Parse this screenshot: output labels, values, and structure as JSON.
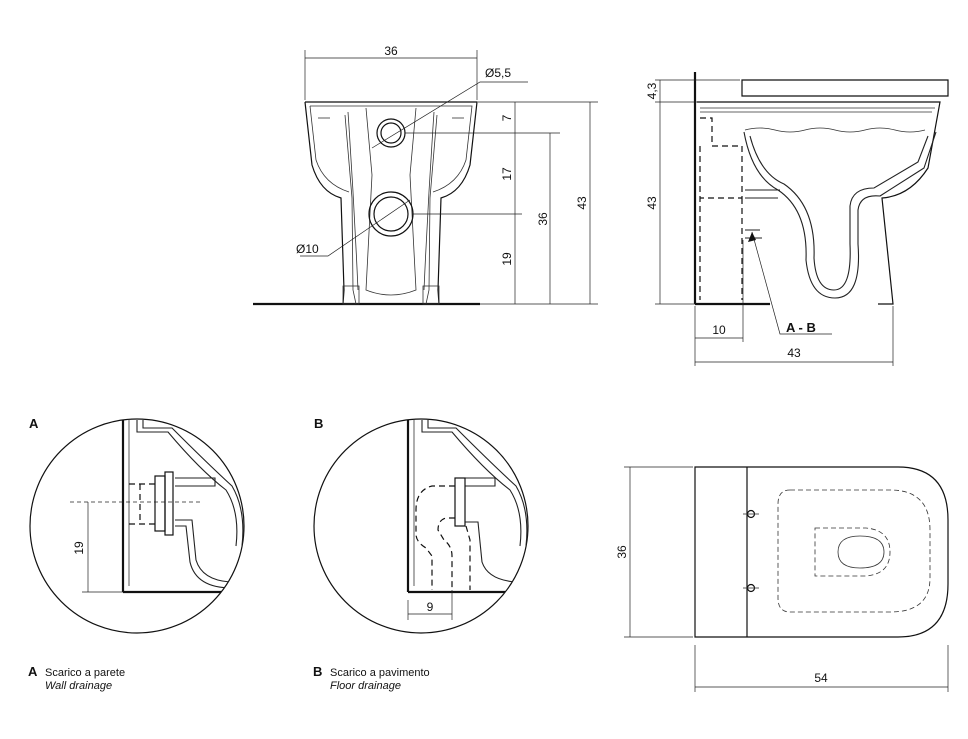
{
  "front_view": {
    "width": "36",
    "hole_small": "Ø5,5",
    "hole_large": "Ø10",
    "dim_top": "7",
    "dim_mid": "17",
    "dim_low": "19",
    "dim_36": "36",
    "dim_43": "43"
  },
  "side_view": {
    "dim_seat": "4,3",
    "dim_height": "43",
    "dim_offset": "10",
    "dim_depth": "43",
    "section_label": "A - B"
  },
  "detail_a": {
    "letter": "A",
    "dim": "19",
    "caption_it": "Scarico a parete",
    "caption_en": "Wall drainage"
  },
  "detail_b": {
    "letter": "B",
    "dim": "9",
    "caption_it": "Scarico a pavimento",
    "caption_en": "Floor drainage"
  },
  "top_view": {
    "width": "36",
    "length": "54"
  }
}
